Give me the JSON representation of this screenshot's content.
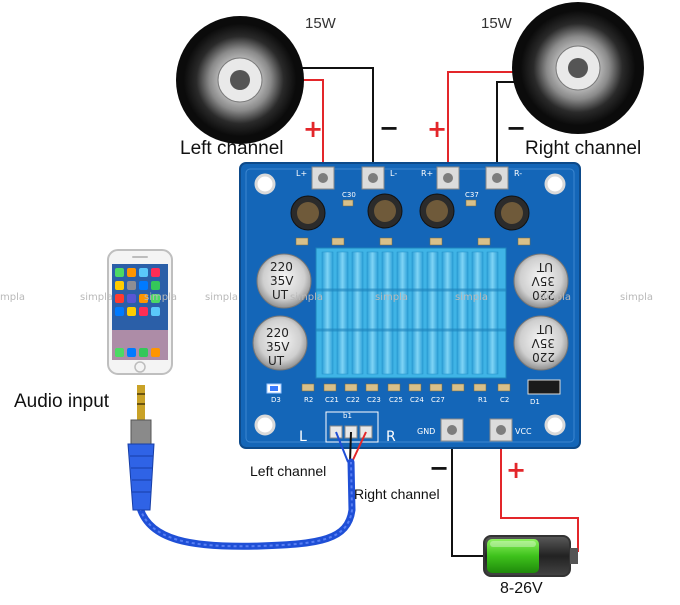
{
  "speakers": {
    "left": {
      "power": "15W",
      "label": "Left channel"
    },
    "right": {
      "power": "15W",
      "label": "Right channel"
    }
  },
  "polarity": {
    "plus": "+",
    "minus": "−"
  },
  "audio_input": {
    "label": "Audio input"
  },
  "jack_wires": {
    "left": "Left channel",
    "right": "Right channel"
  },
  "board": {
    "side_left": "L",
    "side_right": "R",
    "gnd": "GND",
    "vcc": "VCC",
    "terminal_labels": [
      "L+",
      "L-",
      "R+",
      "R-"
    ],
    "capacitor_text": [
      "220",
      "35V",
      "UT"
    ],
    "silk": [
      "R2",
      "C21",
      "C22",
      "C23",
      "C25",
      "C24",
      "C27",
      "R1",
      "C2",
      "D3",
      "D1",
      "C30",
      "C37"
    ]
  },
  "power": {
    "voltage": "8-26V"
  },
  "watermark": "simpla",
  "colors": {
    "board": "#1466b8",
    "heatsink": "#3fb4e6",
    "wire_red": "#e3262a",
    "wire_black": "#111111",
    "cable_blue": "#1f4fd6",
    "battery_green": "#3ec21c"
  }
}
